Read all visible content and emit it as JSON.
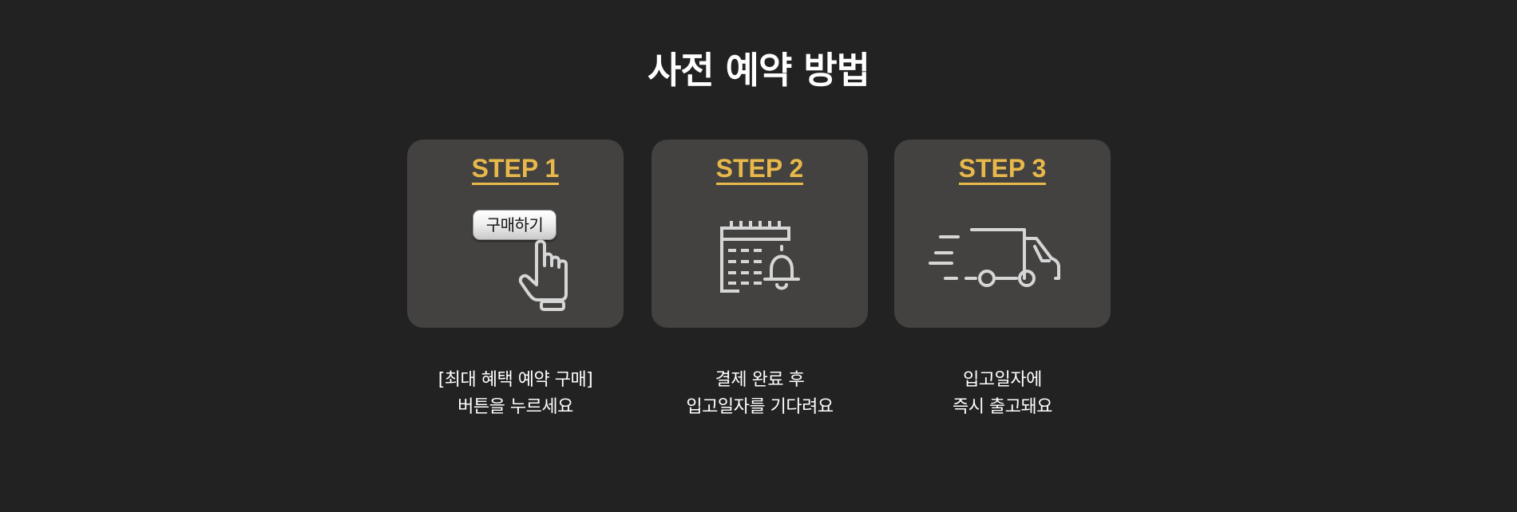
{
  "title": "사전 예약 방법",
  "colors": {
    "background": "#222222",
    "card": "#434240",
    "accent": "#e8b94a",
    "icon_stroke": "#d6d6d6"
  },
  "steps": [
    {
      "label": "STEP 1",
      "icon": "pointing-hand-icon",
      "button_label": "구매하기",
      "desc_line1": "[최대 혜택 예약 구매]",
      "desc_line2": "버튼을 누르세요"
    },
    {
      "label": "STEP 2",
      "icon": "calendar-bell-icon",
      "desc_line1": "결제 완료 후",
      "desc_line2": "입고일자를 기다려요"
    },
    {
      "label": "STEP 3",
      "icon": "delivery-truck-icon",
      "desc_line1": "입고일자에",
      "desc_line2": "즉시 출고돼요"
    }
  ]
}
